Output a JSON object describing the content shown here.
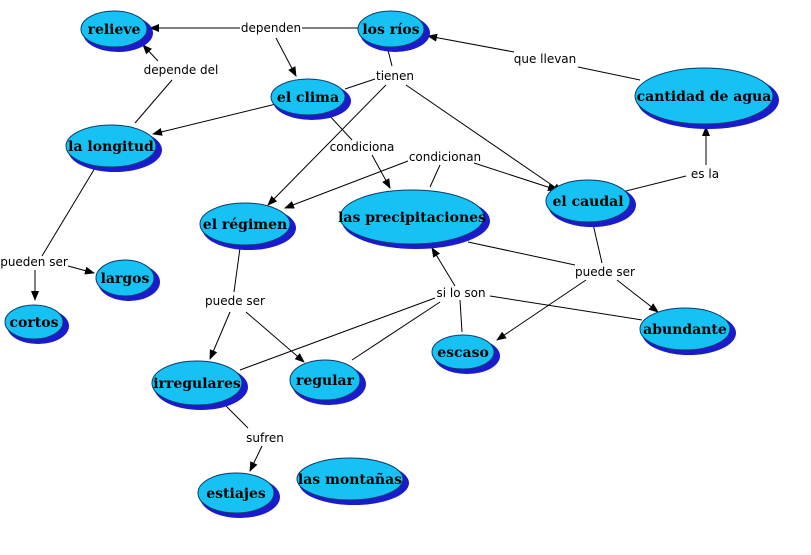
{
  "colors": {
    "node_fill": "#16c2f4",
    "node_shadow": "#1a1acf",
    "node_stroke": "#0a3a66",
    "line": "#000000"
  },
  "concepts": {
    "relieve": "relieve",
    "rios": "los ríos",
    "clima": "el clima",
    "longitud": "la longitud",
    "cantidad": "cantidad de agua",
    "regimen": "el régimen",
    "precip": "las precipitaciones",
    "caudal": "el caudal",
    "largos": "largos",
    "cortos": "cortos",
    "abundante": "abundante",
    "escaso": "escaso",
    "irregulares": "irregulares",
    "regular": "regular",
    "estiajes": "estiajes",
    "montanas": "las montañas"
  },
  "links": {
    "dependen": "dependen",
    "depende_del": "depende del",
    "que_llevan": "que llevan",
    "tienen": "tienen",
    "condiciona": "condiciona",
    "condicionan": "condicionan",
    "es_la": "es la",
    "pueden_ser": "pueden ser",
    "puede_ser_caudal": "puede ser",
    "puede_ser_regimen": "puede ser",
    "si_lo_son": "si lo son",
    "sufren": "sufren"
  }
}
